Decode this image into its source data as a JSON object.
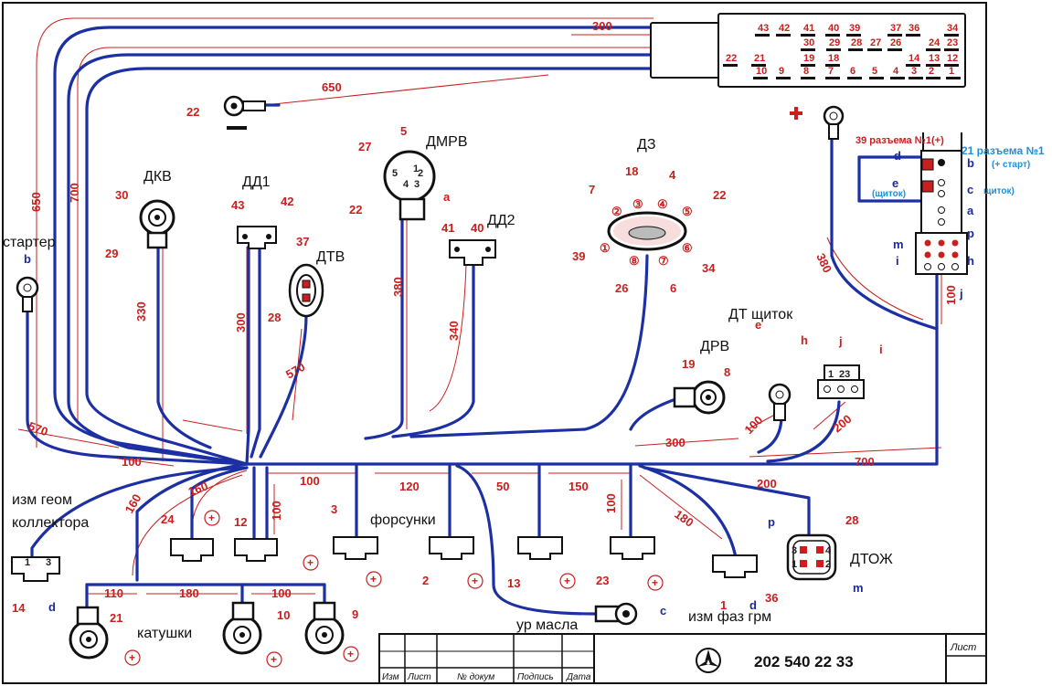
{
  "labels": {
    "dkv": "ДКВ",
    "dd1": "ДД1",
    "dmrv": "ДМРВ",
    "dz": "ДЗ",
    "dd2": "ДД2",
    "dtv": "ДТВ",
    "starter": "стартер",
    "dt_shchitok": "ДТ щиток",
    "drv": "ДРВ",
    "izm_geom": "изм геом",
    "kollektora": "коллектора",
    "forsunki": "форсунки",
    "katushki": "катушки",
    "ur_masla": "ур масла",
    "izm_faz": "изм фаз грм",
    "dtozh": "ДТОЖ"
  },
  "connector_pins": {
    "row1": [
      "43",
      "42",
      "41",
      "40",
      "39",
      "37",
      "36",
      "34"
    ],
    "row2": [
      "30",
      "29",
      "28",
      "27",
      "26",
      "24",
      "23"
    ],
    "row3": [
      "22",
      "21",
      "19",
      "18",
      "14",
      "13",
      "12"
    ],
    "row4": [
      "10",
      "9",
      "8",
      "7",
      "6",
      "5",
      "4",
      "3",
      "2",
      "1"
    ]
  },
  "relay": {
    "title_red": "39 разъема №1(+)",
    "title_cyan": "21 разъема №1",
    "subtitle_cyan": "(+ старт)",
    "shchitok_left": "(щиток)",
    "shchitok_right": "щиток)",
    "pins": {
      "d": "d",
      "e": "e",
      "b": "b",
      "c": "c",
      "a": "a",
      "m": "m",
      "p": "p",
      "i": "i",
      "h": "h",
      "j": "j"
    }
  },
  "dims": {
    "d300_top": "300",
    "d650": "650",
    "d650_left": "650",
    "d700_left": "700",
    "d330": "330",
    "d300_dd1": "300",
    "d570_dtv": "570",
    "d380": "380",
    "d340": "340",
    "d380_right": "380",
    "d100_right": "100",
    "d570_left": "570",
    "d100_left": "100",
    "d160_a": "160",
    "d160_b": "160",
    "d100_a": "100",
    "d100_b": "100",
    "d120": "120",
    "d50": "50",
    "d150": "150",
    "d100_c": "100",
    "d180_b": "180",
    "d300_mid": "300",
    "d100_mid": "100",
    "d200_a": "200",
    "d200_b": "200",
    "d700_right": "700",
    "d110": "110",
    "d180_a": "180",
    "d100_d": "100"
  },
  "numbers": {
    "n22_ground": "22",
    "n30": "30",
    "n29": "29",
    "n43": "43",
    "n42": "42",
    "n5": "5",
    "n27": "27",
    "n22_dmrv": "22",
    "na": "a",
    "m_1": "1",
    "m_2": "2",
    "m_4": "4",
    "m_5": "5",
    "m_3": "3",
    "n41": "41",
    "n40": "40",
    "n37": "37",
    "n28": "28",
    "dz_7": "7",
    "dz_18": "18",
    "dz_4": "4",
    "dz_22": "22",
    "dz_39": "39",
    "dz_34": "34",
    "dz_26": "26",
    "dz_6": "6",
    "dz_c2": "②",
    "dz_c3": "③",
    "dz_c4": "④",
    "dz_c5": "⑤",
    "dz_c1": "①",
    "dz_c6": "⑥",
    "dz_c8": "⑧",
    "dz_c7": "⑦",
    "starter_b": "b",
    "n19": "19",
    "n8": "8",
    "dt_e": "e",
    "n_h": "h",
    "n_j": "j",
    "n_i": "i",
    "dd_pin1": "1",
    "dd_pin2": "2",
    "dd_pin23": "23",
    "n24": "24",
    "n12": "12",
    "n3": "3",
    "n2": "2",
    "n13": "13",
    "n23": "23",
    "n14": "14",
    "n_d": "d",
    "kol_1": "1",
    "kol_3": "3",
    "n21": "21",
    "n10": "10",
    "n9": "9",
    "n_c": "c",
    "faz_1": "1",
    "faz_d": "d",
    "n_p": "p",
    "n28_dtozh": "28",
    "n36": "36",
    "n_m": "m",
    "dtozh_3": "3",
    "dtozh_1": "1",
    "dtozh_4": "4",
    "dtozh_2": "2",
    "inj_2": "2",
    "plus": "+",
    "minus": "−"
  },
  "stamp": {
    "cols": [
      "Изм",
      "Лист",
      "№ докум",
      "Подпись",
      "Дата"
    ],
    "doc_number": "202  540  22 33",
    "sheet": "Лист"
  }
}
